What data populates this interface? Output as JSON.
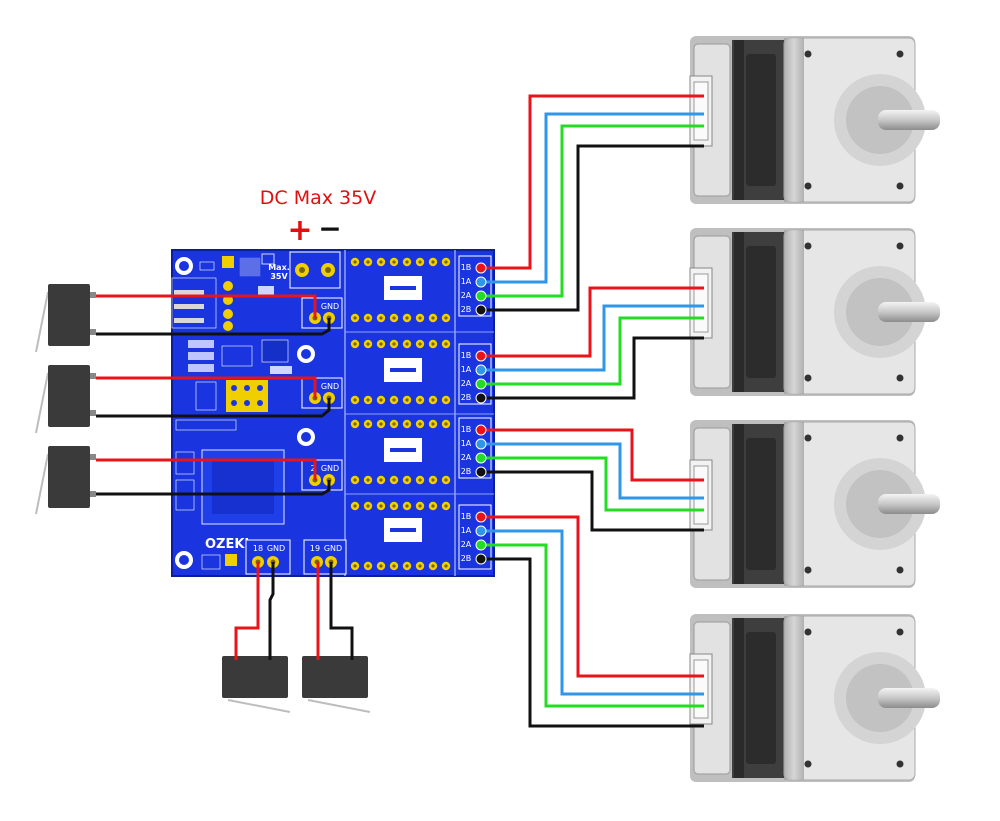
{
  "power": {
    "title": "DC Max 35V",
    "plus": "+",
    "minus": "−",
    "title_color": "#e01010"
  },
  "board": {
    "brand": "OZEKI",
    "max_label": "Max.",
    "max_voltage": "35V",
    "color": "#1a35e0"
  },
  "sensor_ports": [
    {
      "pin": "",
      "gnd": "GND"
    },
    {
      "pin": "",
      "gnd": "GND"
    },
    {
      "pin": "2",
      "gnd": "GND"
    }
  ],
  "bottom_ports": [
    {
      "pin": "18",
      "gnd": "GND"
    },
    {
      "pin": "19",
      "gnd": "GND"
    }
  ],
  "motor_connectors": [
    {
      "pins": [
        "1B",
        "1A",
        "2A",
        "2B"
      ]
    },
    {
      "pins": [
        "1B",
        "1A",
        "2A",
        "2B"
      ]
    },
    {
      "pins": [
        "1B",
        "1A",
        "2A",
        "2B"
      ]
    },
    {
      "pins": [
        "1B",
        "1A",
        "2A",
        "2B"
      ]
    }
  ],
  "wire_colors": {
    "1B": "#e8141a",
    "1A": "#2f96e8",
    "2A": "#22dd22",
    "2B": "#111111"
  },
  "icons": {
    "stepper_motor": "stepper-motor-icon",
    "sensor": "limit-switch-icon",
    "mounting_hole": "mounting-hole-icon"
  }
}
